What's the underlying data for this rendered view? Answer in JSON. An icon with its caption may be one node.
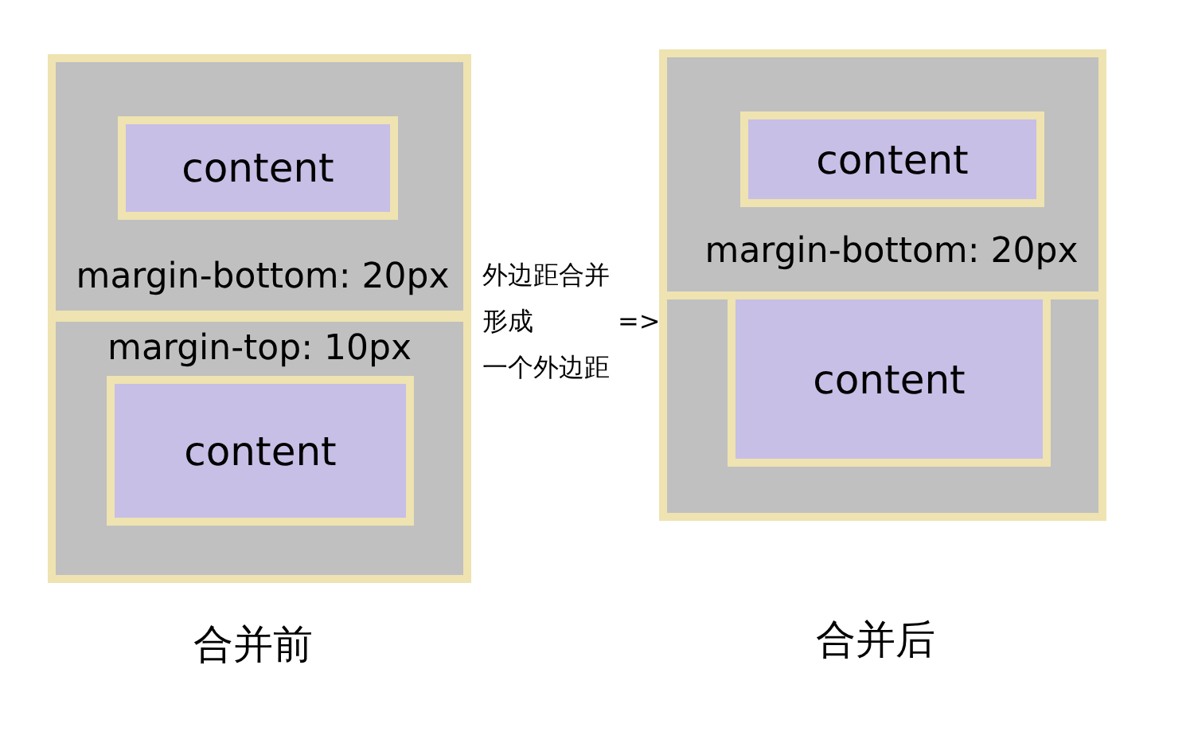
{
  "diagram": {
    "nodes": [
      {
        "text": [
          "margin-bottom: 20px"
        ]
      },
      {
        "text": [
          "content"
        ],
        "in": 0
      },
      {
        "text": [
          "margin-top: 10px"
        ]
      },
      {
        "text": [
          "content"
        ],
        "in": 2
      },
      {
        "text": [
          "margin-bottom: 20px"
        ]
      },
      {
        "text": [
          "content"
        ],
        "in": 4
      },
      {
        "text": [],
        "shape": "box"
      },
      {
        "text": [
          "content"
        ],
        "in": 6
      }
    ],
    "labels": [
      "外边距合并形成一个外边距",
      "=>",
      "合并前",
      "合并后"
    ]
  }
}
